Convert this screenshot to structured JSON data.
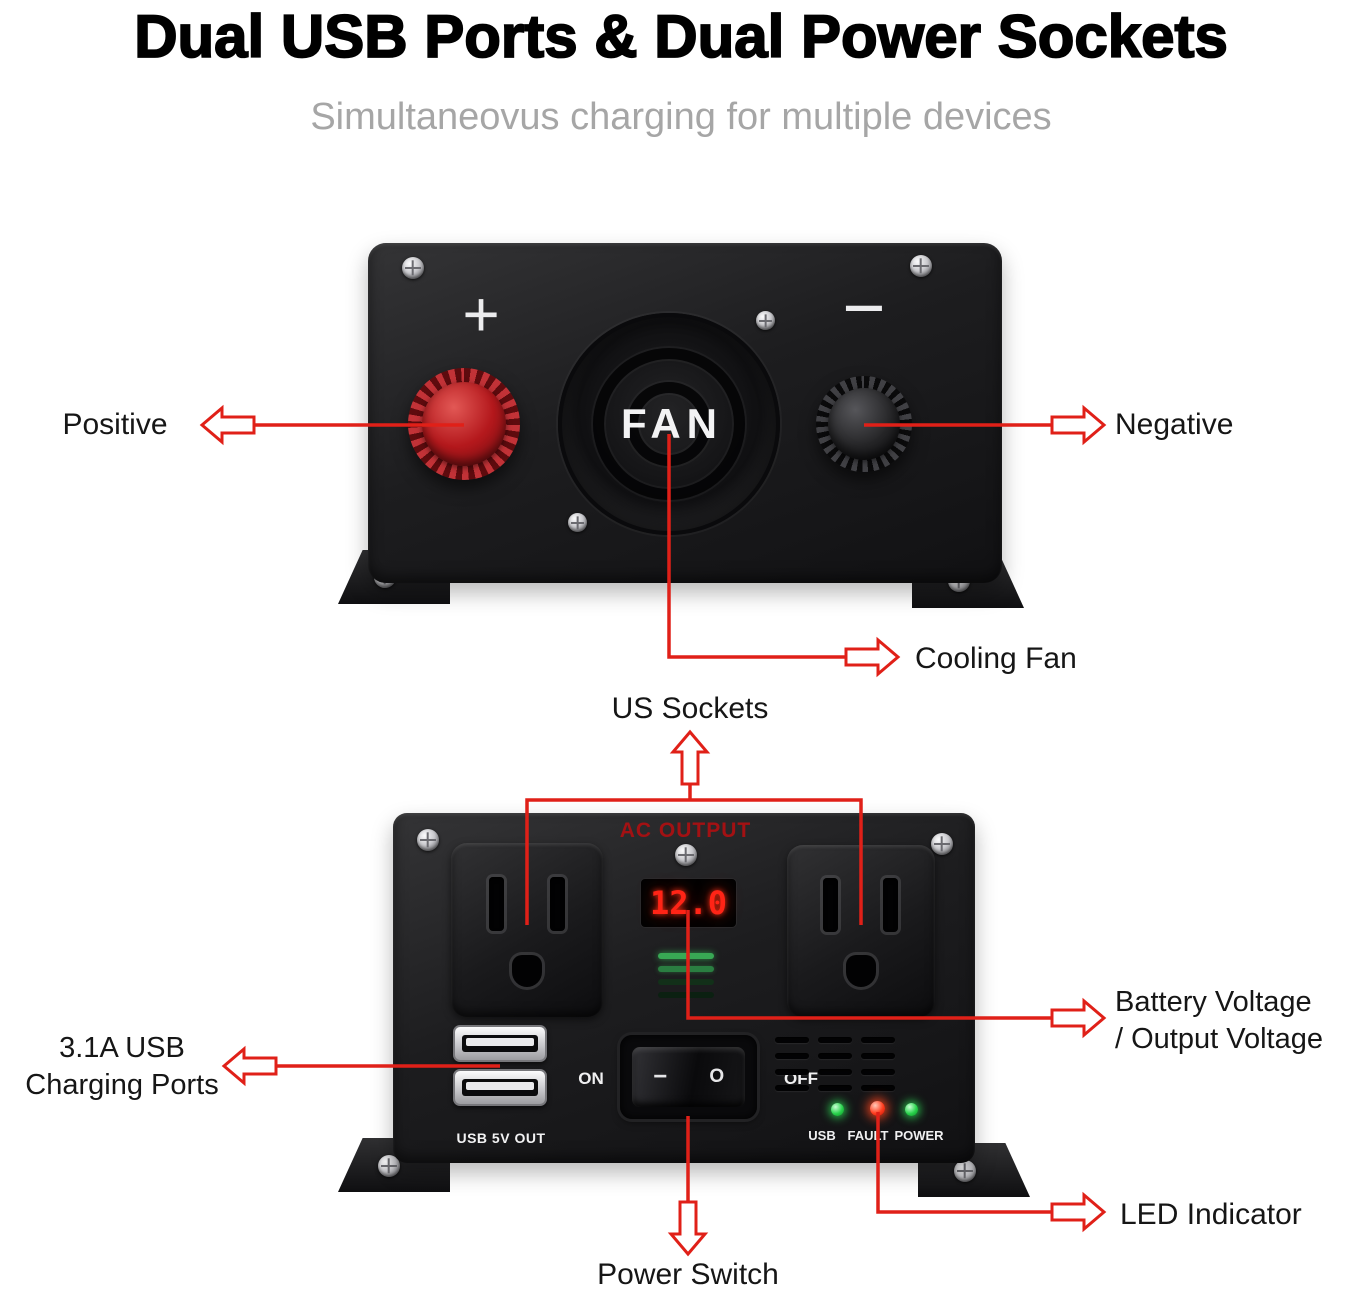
{
  "header": {
    "title": "Dual USB Ports & Dual Power Sockets",
    "subtitle": "Simultaneovus charging for multiple devices"
  },
  "front_panel": {
    "positive_symbol": "+",
    "negative_symbol": "−",
    "fan_label": "FAN"
  },
  "output_panel": {
    "ac_output_label": "AC OUTPUT",
    "display_value": "12.0",
    "usb_label": "USB 5V OUT",
    "on_label": "ON",
    "off_label": "OFF",
    "switch_dash": "−",
    "switch_circle": "O",
    "led_labels": [
      "USB",
      "FAULT",
      "POWER"
    ]
  },
  "callouts": {
    "positive": "Positive",
    "negative": "Negative",
    "cooling_fan": "Cooling Fan",
    "us_sockets": "US Sockets",
    "usb_ports": [
      "3.1A USB",
      "Charging Ports"
    ],
    "battery_voltage": [
      "Battery Voltage",
      "/ Output Voltage"
    ],
    "led_indicator": "LED Indicator",
    "power_switch": "Power Switch"
  },
  "colors": {
    "accent_red": "#e02018",
    "display_red": "#ff2416",
    "device_black": "#1d1d1f",
    "led_green": "#28d24b",
    "led_red": "#ff3d1e"
  }
}
